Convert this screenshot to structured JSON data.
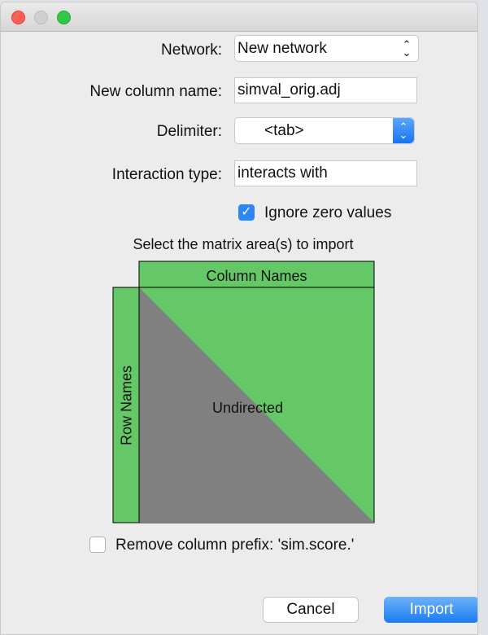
{
  "form": {
    "network_label": "Network:",
    "network_value": "New network",
    "column_label": "New column name:",
    "column_value": "simval_orig.adj",
    "delimiter_label": "Delimiter:",
    "delimiter_value": "<tab>",
    "interaction_label": "Interaction type:",
    "interaction_value": "interacts with",
    "ignore_zero_label": "Ignore zero values",
    "ignore_zero_checked": true
  },
  "matrix": {
    "title": "Select the matrix area(s) to import",
    "column_names": "Column Names",
    "row_names": "Row Names",
    "center": "Undirected",
    "green": "#65c866",
    "gray": "#808080"
  },
  "prefix": {
    "label": "Remove column prefix: 'sim.score.'",
    "checked": false
  },
  "buttons": {
    "cancel": "Cancel",
    "import": "Import"
  }
}
